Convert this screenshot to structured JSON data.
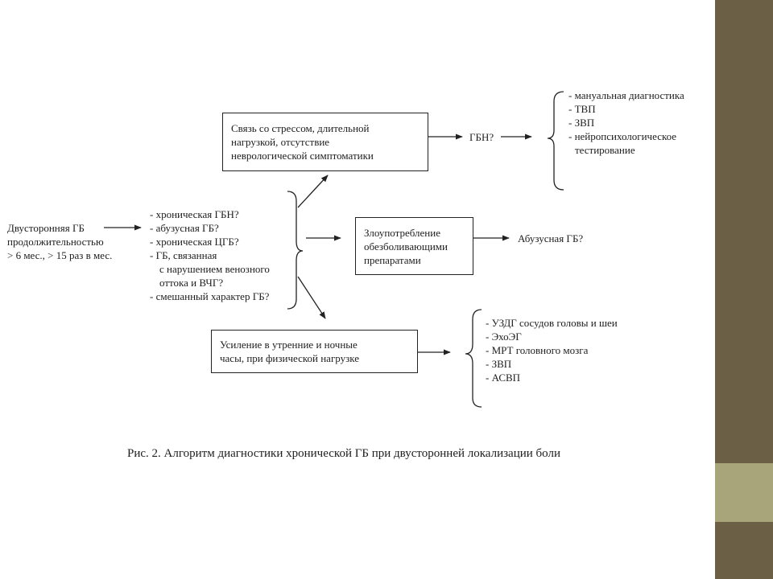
{
  "colors": {
    "sidebar_dark": "#6b5f46",
    "sidebar_light": "#a9a57b",
    "ink": "#1e1e1e"
  },
  "start": {
    "lines": [
      "Двусторонняя ГБ",
      "продолжительностью",
      "> 6 мес., > 15 раз в мес."
    ]
  },
  "differential": {
    "lines": [
      "- хроническая ГБН?",
      "- абузусная ГБ?",
      "- хроническая ЦГБ?",
      "- ГБ, связанная",
      "с нарушением венозного",
      "оттока и ВЧГ?",
      "- смешанный характер ГБ?"
    ]
  },
  "box_stress": {
    "lines": [
      "Связь со стрессом,  длительной",
      "нагрузкой, отсутствие",
      "неврологической симптоматики"
    ]
  },
  "box_abuse": {
    "lines": [
      "Злоупотребление",
      "обезболивающими",
      "препаратами"
    ]
  },
  "box_morning": {
    "lines": [
      "Усиление в утренние и ночные",
      "часы, при физической нагрузке"
    ]
  },
  "result_gbn": "ГБН?",
  "result_abuse": "Абузусная ГБ?",
  "list_gbn": {
    "lines": [
      "- мануальная диагностика",
      "- ТВП",
      "- ЗВП",
      "- нейропсихологическое",
      "тестирование"
    ]
  },
  "list_morning": {
    "lines": [
      "- УЗДГ сосудов головы и шеи",
      "- ЭхоЭГ",
      "- МРТ головного мозга",
      "- ЗВП",
      "- АСВП"
    ]
  },
  "caption": "Рис. 2.  Алгоритм диагностики хронической ГБ при двусторонней локализации боли"
}
